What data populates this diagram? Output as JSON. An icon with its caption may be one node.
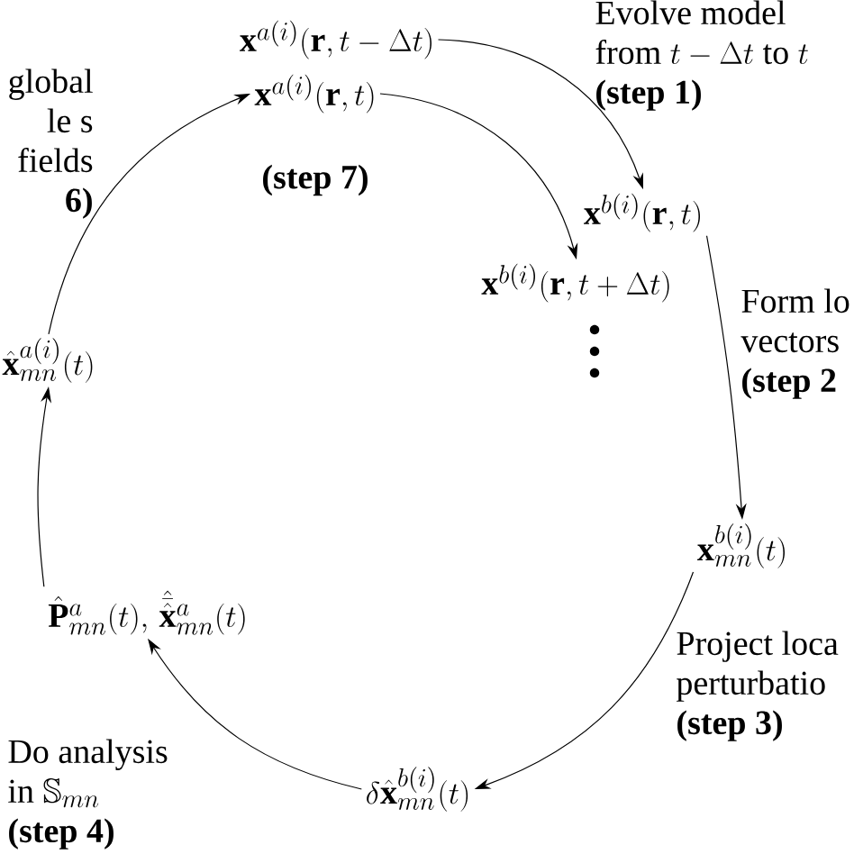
{
  "diagram": {
    "nodes": [
      {
        "text": [
          "\\mathbf{x}^{a(i)}(\\mathbf{r},t-\\Delta t)"
        ]
      },
      {
        "text": [
          "\\mathbf{x}^{a(i)}(\\mathbf{r},t)"
        ]
      },
      {
        "text": [
          "\\mathbf{x}^{b(i)}(\\mathbf{r},t)"
        ]
      },
      {
        "text": [
          "\\mathbf{x}^{b(i)}(\\mathbf{r},t+\\Delta t)"
        ]
      },
      {
        "text": [
          "\\mathbf{x}^{b(i)}_{mn}(t)"
        ]
      },
      {
        "text": [
          "\\delta\\hat{\\mathbf{x}}^{b(i)}_{mn}(t)"
        ]
      },
      {
        "text": [
          "\\hat{\\mathbf{P}}^{a}_{mn}(t),\\,\\hat{\\bar{\\hat{\\mathbf{x}}}}^{a}_{mn}(t)"
        ]
      },
      {
        "text": [
          "\\hat{\\mathbf{x}}^{a(i)}_{mn}(t)"
        ]
      }
    ],
    "edges": [
      {
        "from": 0,
        "to": 2,
        "arrow": "to",
        "label": "\\parbox[t]{127pt}{\\raggedright Evolve model from $t-\\Delta t$ to $t$ \\textbf{(step 1)}}"
      },
      {
        "from": 1,
        "to": 3,
        "arrow": "to",
        "label": "(step 7)"
      },
      {
        "from": 2,
        "to": 4,
        "arrow": "to",
        "label": "Form lo vectors **(step 2**"
      },
      {
        "from": 4,
        "to": 5,
        "arrow": "to",
        "label": "Project loca perturbatio **(step 3)**"
      },
      {
        "from": 5,
        "to": 6,
        "arrow": "to",
        "label": "\\parbox[t]{95pt}{\\raggedright Do analysis in $\\mathbb{S}_{mn}$ \\textbf{(step~4)}}"
      },
      {
        "from": 6,
        "to": 7,
        "arrow": "to"
      },
      {
        "from": 7,
        "to": 1,
        "arrow": "to",
        "label": "global le s fields **6)**"
      }
    ]
  }
}
